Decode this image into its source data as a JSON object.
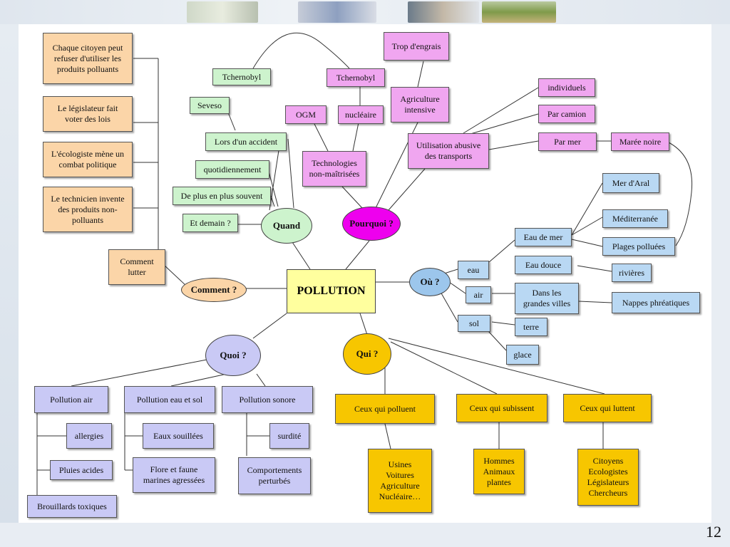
{
  "center": "POLLUTION",
  "hubs": {
    "quand": "Quand",
    "pourquoi": "Pourquoi ?",
    "ou": "Où ?",
    "qui": "Qui ?",
    "quoi": "Quoi ?",
    "comment": "Comment ?"
  },
  "comment": {
    "lutter": "Comment\nlutter",
    "items": [
      "Chaque citoyen peut\nrefuser d'utiliser les\nproduits polluants",
      "Le législateur fait\nvoter des lois",
      "L'écologiste mène un\ncombat politique",
      "Le technicien invente\ndes produits non-\npolluants"
    ]
  },
  "quand": {
    "seveso": "Seveso",
    "tchernobyl_left": "Tchernobyl",
    "accident": "Lors d'un accident",
    "quotidien": "quotidiennement",
    "souvent": "De plus en plus souvent",
    "demain": "Et demain ?"
  },
  "pourquoi": {
    "engrais": "Trop d'engrais",
    "agriculture": "Agriculture\nintensive",
    "tchernobyl_right": "Tchernobyl",
    "ogm": "OGM",
    "nucleaire": "nucléaire",
    "techno": "Technologies\nnon-maîtrisées",
    "transports": "Utilisation abusive\ndes transports",
    "individuels": "individuels",
    "camion": "Par camion",
    "mer": "Par mer",
    "maree": "Marée noire"
  },
  "ou": {
    "eau": "eau",
    "air": "air",
    "sol": "sol",
    "eau_de_mer": "Eau de mer",
    "aral": "Mer d'Aral",
    "med": "Méditerranée",
    "plages": "Plages polluées",
    "eau_douce": "Eau douce",
    "rivieres": "rivières",
    "villes": "Dans les\ngrandes villes",
    "nappes": "Nappes phréatiques",
    "terre": "terre",
    "glace": "glace"
  },
  "quoi": {
    "air": "Pollution air",
    "eau_sol": "Pollution eau et sol",
    "sonore": "Pollution sonore",
    "allergies": "allergies",
    "pluies": "Pluies acides",
    "brouillards": "Brouillards toxiques",
    "eaux": "Eaux souillées",
    "flore": "Flore et faune\nmarines agressées",
    "surdite": "surdité",
    "comportements": "Comportements\nperturbés"
  },
  "qui": {
    "polluent": "Ceux qui polluent",
    "subissent": "Ceux qui subissent",
    "luttent": "Ceux qui luttent",
    "usines": "Usines\nVoitures\nAgriculture\nNucléaire…",
    "hommes": "Hommes\nAnimaux\nplantes",
    "citoyens": "Citoyens\nEcologistes\nLégislateurs\nChercheurs"
  },
  "page_number": "12",
  "colors": {
    "orange": "#fbd5a8",
    "green": "#cdf3cd",
    "pink": "#f0a6f0",
    "blue": "#b9d8f3",
    "lavender": "#c9c9f5",
    "gold": "#f7c600",
    "center": "#ffff9e"
  }
}
